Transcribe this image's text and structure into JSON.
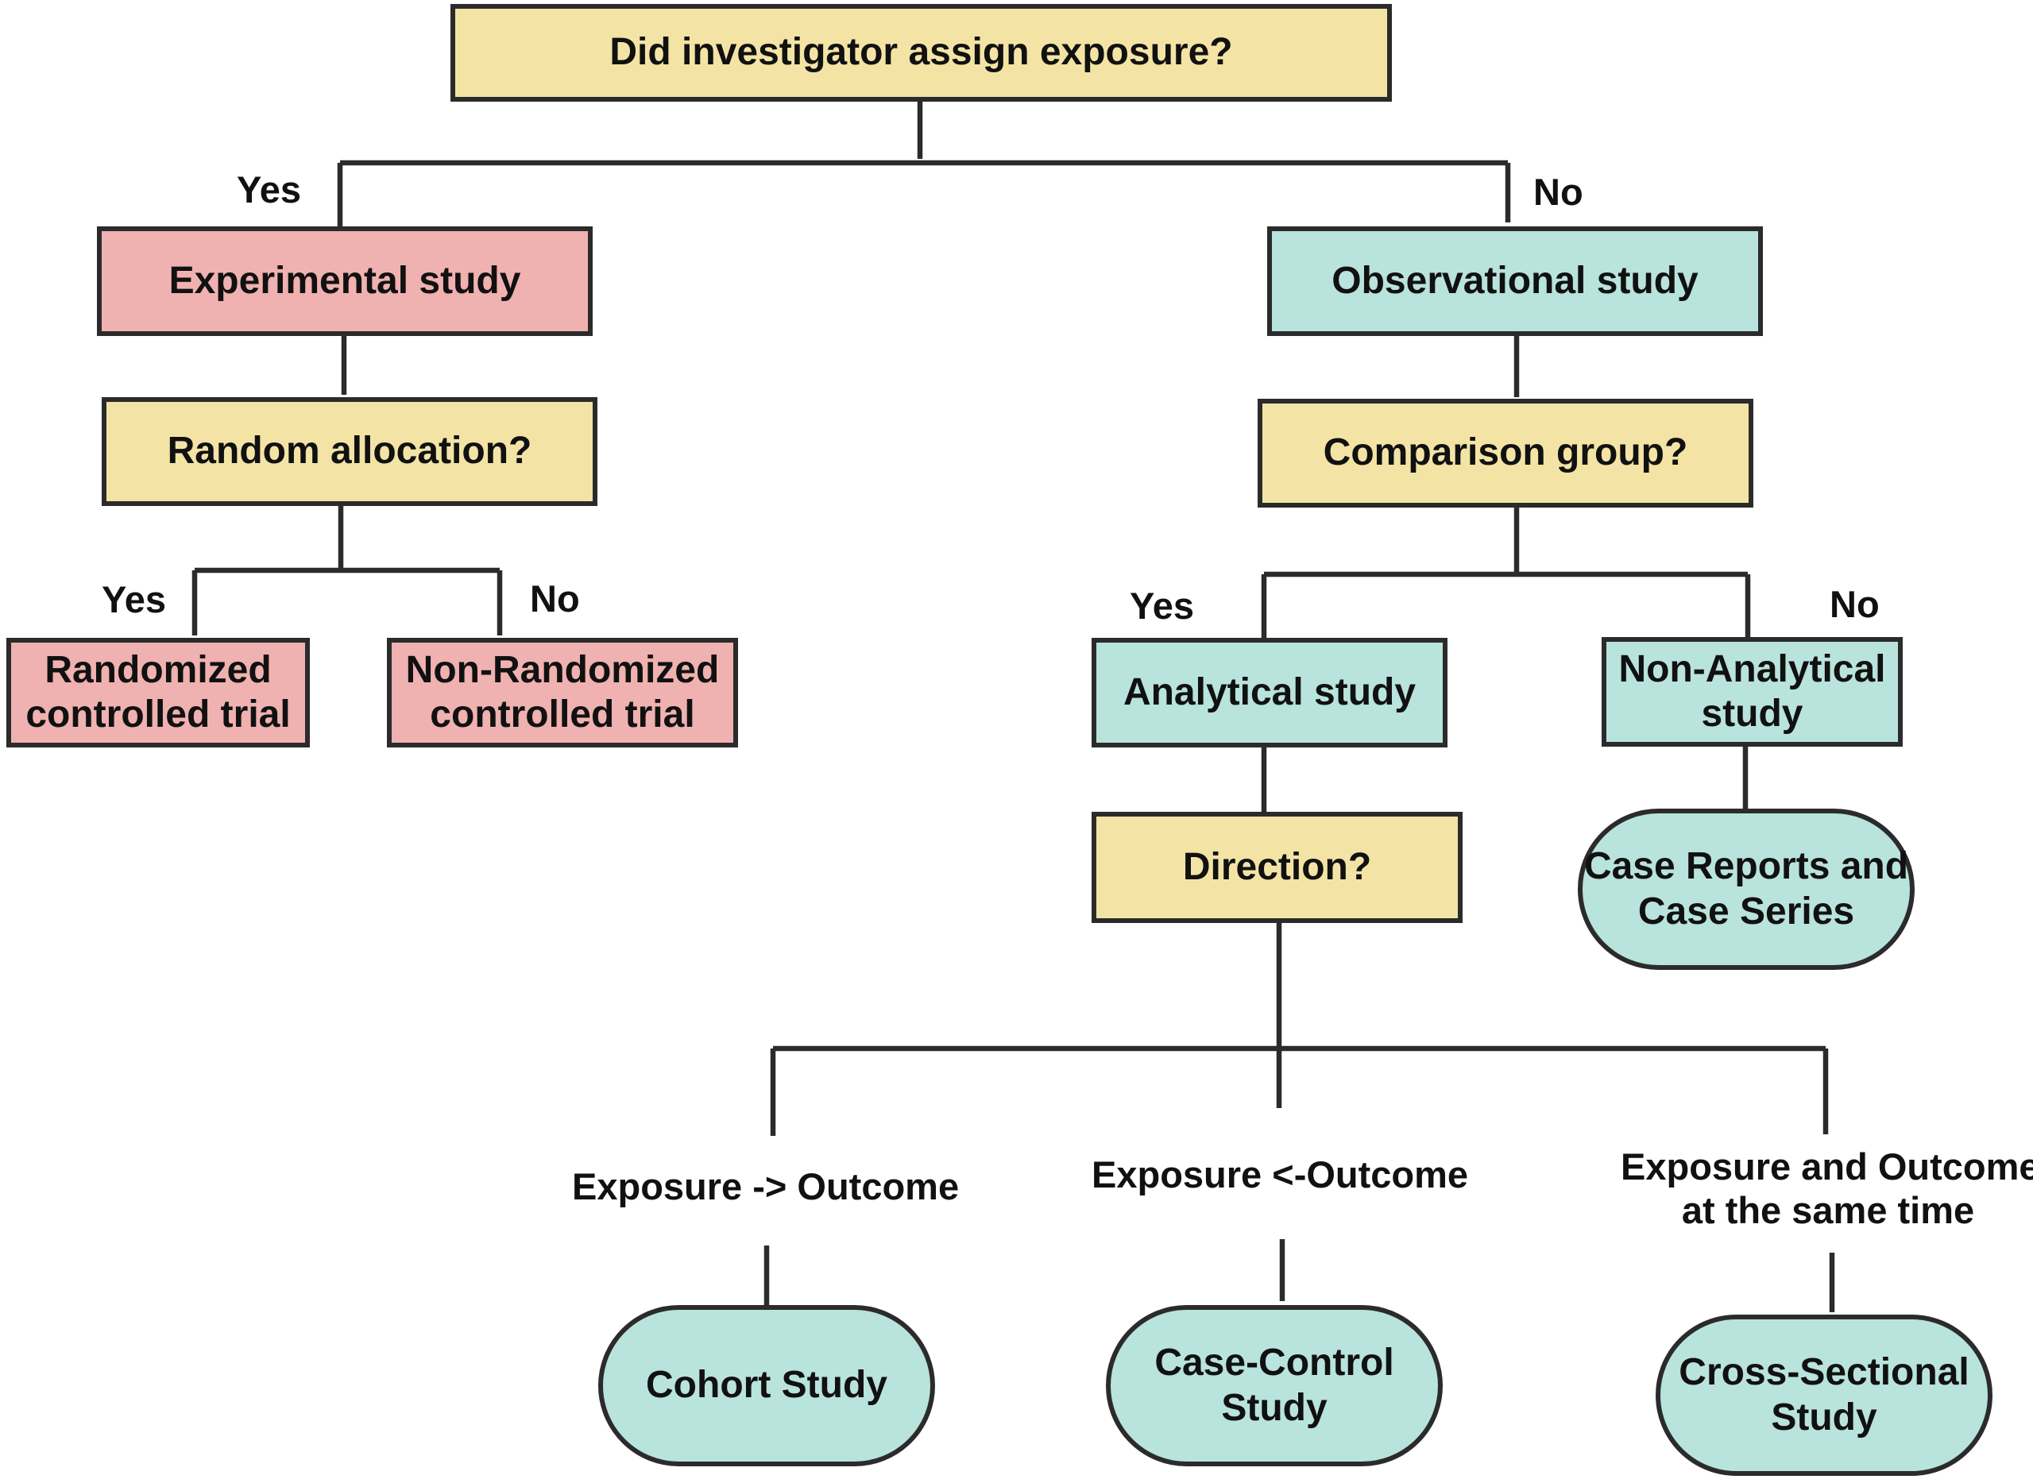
{
  "colors": {
    "question_fill": "#f3e4a6",
    "experimental_fill": "#f0b1b1",
    "observational_fill": "#b9e3dd",
    "line": "#2b2b2b"
  },
  "nodes": {
    "root_question": "Did investigator assign exposure?",
    "experimental": "Experimental study",
    "observational": "Observational study",
    "random_allocation": "Random allocation?",
    "comparison_group": "Comparison group?",
    "rct": {
      "line1": "Randomized",
      "line2": "controlled trial"
    },
    "non_rct": {
      "line1": "Non-Randomized",
      "line2": "controlled trial"
    },
    "analytical": "Analytical study",
    "non_analytical": {
      "line1": "Non-Analytical",
      "line2": "study"
    },
    "direction": "Direction?",
    "case_reports": {
      "line1": "Case Reports and",
      "line2": "Case Series"
    },
    "cohort": "Cohort Study",
    "case_control": {
      "line1": "Case-Control",
      "line2": "Study"
    },
    "cross_sectional": {
      "line1": "Cross-Sectional",
      "line2": "Study"
    }
  },
  "edge_labels": {
    "root_yes": "Yes",
    "root_no": "No",
    "random_yes": "Yes",
    "random_no": "No",
    "comparison_yes": "Yes",
    "comparison_no": "No",
    "exposure_to_outcome": "Exposure -> Outcome",
    "outcome_to_exposure": "Exposure <-Outcome",
    "same_time": {
      "line1": "Exposure and Outcome",
      "line2": "at the same time"
    }
  }
}
